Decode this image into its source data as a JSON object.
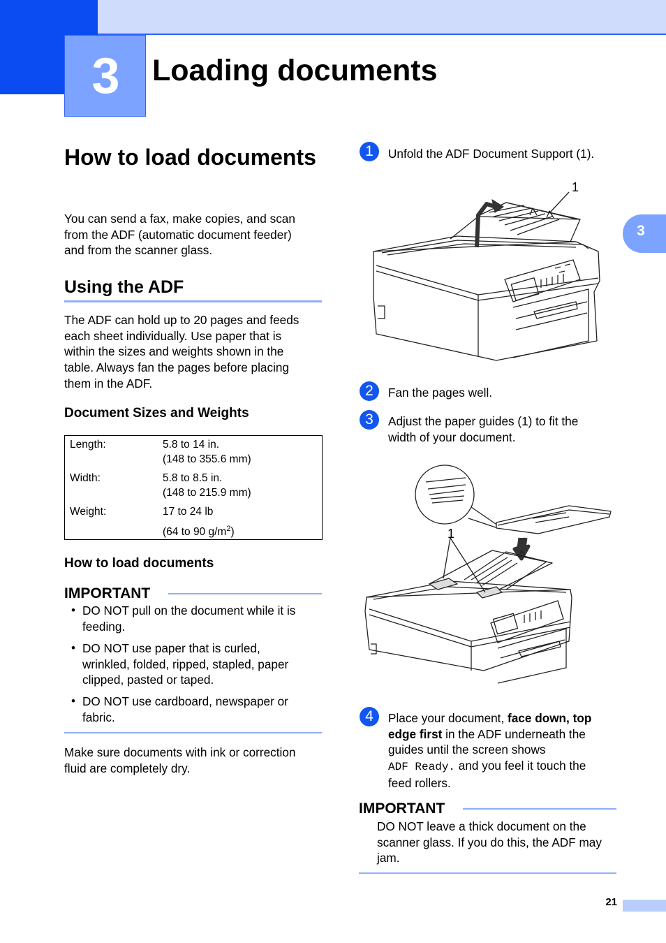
{
  "chapter": {
    "number": "3",
    "title": "Loading documents",
    "tab_label": "3"
  },
  "section": {
    "title": "How to load documents",
    "intro": [
      "You can send a fax, make copies, and scan",
      "from the ADF (automatic document feeder)",
      "and from the scanner glass."
    ]
  },
  "adf": {
    "title": "Using the ADF",
    "body": [
      "The ADF can hold up to 20 pages and feeds",
      "each sheet individually. Use paper that is",
      "within the sizes and weights shown in the",
      "table. Always fan the pages before placing",
      "them in the ADF."
    ]
  },
  "sizes": {
    "title": "Document Sizes and Weights",
    "rows": [
      {
        "label": "Length:",
        "line1": "5.8 to 14 in.",
        "line2": "(148 to 355.6 mm)"
      },
      {
        "label": "Width:",
        "line1": "5.8 to 8.5 in.",
        "line2": "(148 to 215.9 mm)"
      },
      {
        "label": "Weight:",
        "line1": "17 to 24 lb",
        "line2_prefix": "(64 to 90 g/m",
        "line2_sup": "2",
        "line2_suffix": ")"
      }
    ]
  },
  "howto": {
    "title": "How to load documents"
  },
  "important1": {
    "heading": "IMPORTANT",
    "bullets": [
      [
        "DO NOT pull on the document while it is",
        "feeding."
      ],
      [
        "DO NOT use paper that is curled,",
        "wrinkled, folded, ripped, stapled, paper",
        "clipped, pasted or taped."
      ],
      [
        "DO NOT use cardboard, newspaper or",
        "fabric."
      ]
    ]
  },
  "dry_note": [
    "Make sure documents with ink or correction",
    "fluid are completely dry."
  ],
  "steps": [
    {
      "num": "1",
      "lines": [
        "Unfold the ADF Document Support (1)."
      ]
    },
    {
      "num": "2",
      "lines": [
        "Fan the pages well."
      ]
    },
    {
      "num": "3",
      "lines": [
        "Adjust the paper guides (1) to fit the",
        "width of your document."
      ]
    },
    {
      "num": "4",
      "pre": "Place your document, ",
      "bold1": "face down, top",
      "bold2": "edge first",
      "post2": " in the ADF underneath the",
      "line3": "guides until the screen shows",
      "mono": "ADF Ready.",
      "post4": " and you feel it touch the",
      "line5": "feed rollers."
    }
  ],
  "figure1": {
    "callout": "1"
  },
  "figure2": {
    "callout": "1"
  },
  "important2": {
    "heading": "IMPORTANT",
    "lines": [
      "DO NOT leave a thick document on the",
      "scanner glass. If you do this, the ADF may",
      "jam."
    ]
  },
  "page_number": "21",
  "colors": {
    "accent": "#0a4cf2",
    "light": "#cfdcfb",
    "tab": "#7ba3ff",
    "rule": "#8eaefc"
  }
}
